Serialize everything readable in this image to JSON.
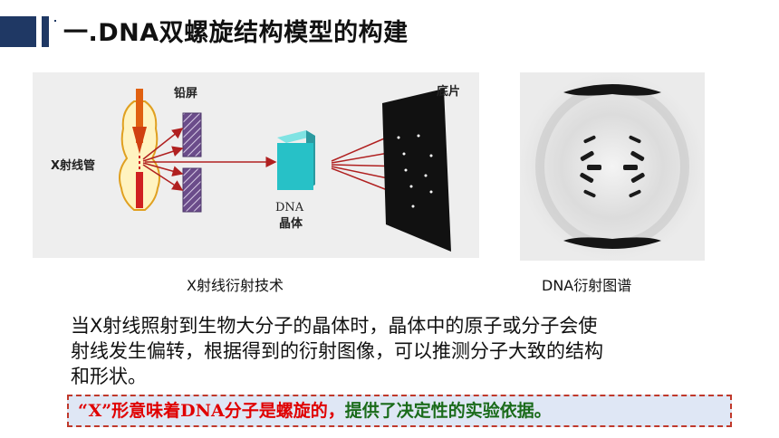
{
  "header": {
    "title": "一.DNA双螺旋结构模型的构建",
    "accent_color": "#1f3864"
  },
  "diagram": {
    "label_tube": "X射线管",
    "label_lead": "铅屏",
    "label_crystal_line1": "DNA",
    "label_crystal_line2": "晶体",
    "label_film": "底片"
  },
  "captions": {
    "left": "X射线衍射技术",
    "right": "DNA衍射图谱"
  },
  "paragraph": {
    "line1": "当X射线照射到生物大分子的晶体时，晶体中的原子或分子会使",
    "line2": "射线发生偏转，根据得到的衍射图像，可以推测分子大致的结构",
    "line3": "和形状。"
  },
  "note": {
    "part_red": "“X”形意味着DNA分子是螺旋的，",
    "part_green": "提供了决定性的实验依据。",
    "highlight_color": "#e00000",
    "secondary_color": "#1a6b1a"
  }
}
